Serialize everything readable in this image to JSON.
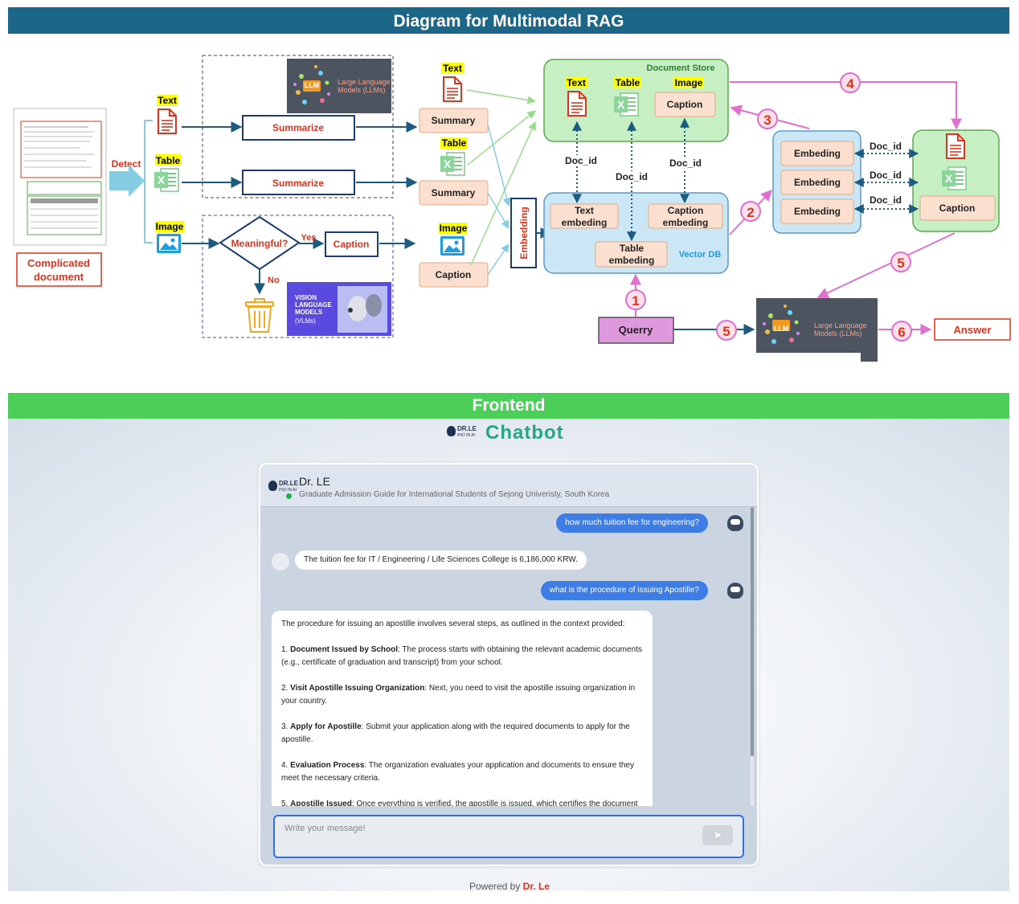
{
  "diagram": {
    "title": "Diagram for Multimodal RAG",
    "source_document": "Complicated document",
    "detect": "Detect",
    "types": {
      "text": "Text",
      "table": "Table",
      "image": "Image"
    },
    "summarize": "Summarize",
    "meaningful": "Meaningful?",
    "yes": "Yes",
    "no": "No",
    "caption": "Caption",
    "summary": "Summary",
    "llm": {
      "badge": "LLM",
      "name": "Large Language Models (LLMs)"
    },
    "vlm": {
      "name_lines": [
        "VISION",
        "LANGUAGE",
        "MODELS"
      ],
      "abbr": "(VLMs)"
    },
    "embedding": "Embedding",
    "document_store": "Document Store",
    "vector_db": "Vector DB",
    "text_embedding": "Text embeding",
    "caption_embedding": "Caption embeding",
    "table_embedding": "Table embeding",
    "doc_id": "Doc_id",
    "embeding": "Embeding",
    "query": "Querry",
    "answer": "Answer",
    "steps": [
      "1",
      "2",
      "3",
      "4",
      "5",
      "5",
      "6"
    ]
  },
  "frontend": {
    "band_label": "Frontend",
    "logo": {
      "line1": "DR.LE",
      "line2": "PhD IN AI"
    },
    "app_title": "Chatbot",
    "chat": {
      "name": "Dr. LE",
      "subtitle": "Graduate Admission Guide for International Students of Sejong Univeristy, South Korea",
      "messages": [
        {
          "role": "user",
          "text": "how much tuition fee for engineering?"
        },
        {
          "role": "bot",
          "text": "The tuition fee for IT / Engineering / Life Sciences College is 6,186,000 KRW."
        },
        {
          "role": "user",
          "text": "what is the procedure of issuing Apostille?"
        }
      ],
      "long_answer": {
        "intro": "The procedure for issuing an apostille involves several steps, as outlined in the context provided:",
        "steps": [
          {
            "num": "1.",
            "title": "Document Issued by School",
            "text": ": The process starts with obtaining the relevant academic documents (e.g., certificate of graduation and transcript) from your school."
          },
          {
            "num": "2.",
            "title": "Visit Apostille Issuing Organization",
            "text": ": Next, you need to visit the apostille issuing organization in your country."
          },
          {
            "num": "3.",
            "title": "Apply for Apostille",
            "text": ": Submit your application along with the required documents to apply for the apostille."
          },
          {
            "num": "4.",
            "title": "Evaluation Process",
            "text": ": The organization evaluates your application and documents to ensure they meet the necessary criteria."
          },
          {
            "num": "5.",
            "title": "Apostille Issued",
            "text": ": Once everything is verified, the apostille is issued, which certifies the document"
          }
        ]
      },
      "input_placeholder": "Write your message!",
      "send_icon": "send-arrow-icon"
    },
    "powered_by": {
      "prefix": "Powered by",
      "name": "Dr. Le"
    }
  },
  "colors": {
    "title_band": "#1c6688",
    "frontend_band": "#4ccf59",
    "red": "#e0321c",
    "green_store": "#c7efc4",
    "blue_db": "#cbe7f6",
    "peach": "#fbe0cf",
    "pink": "#e070d0",
    "query": "#dd99db",
    "user_bubble": "#3f7de6"
  }
}
